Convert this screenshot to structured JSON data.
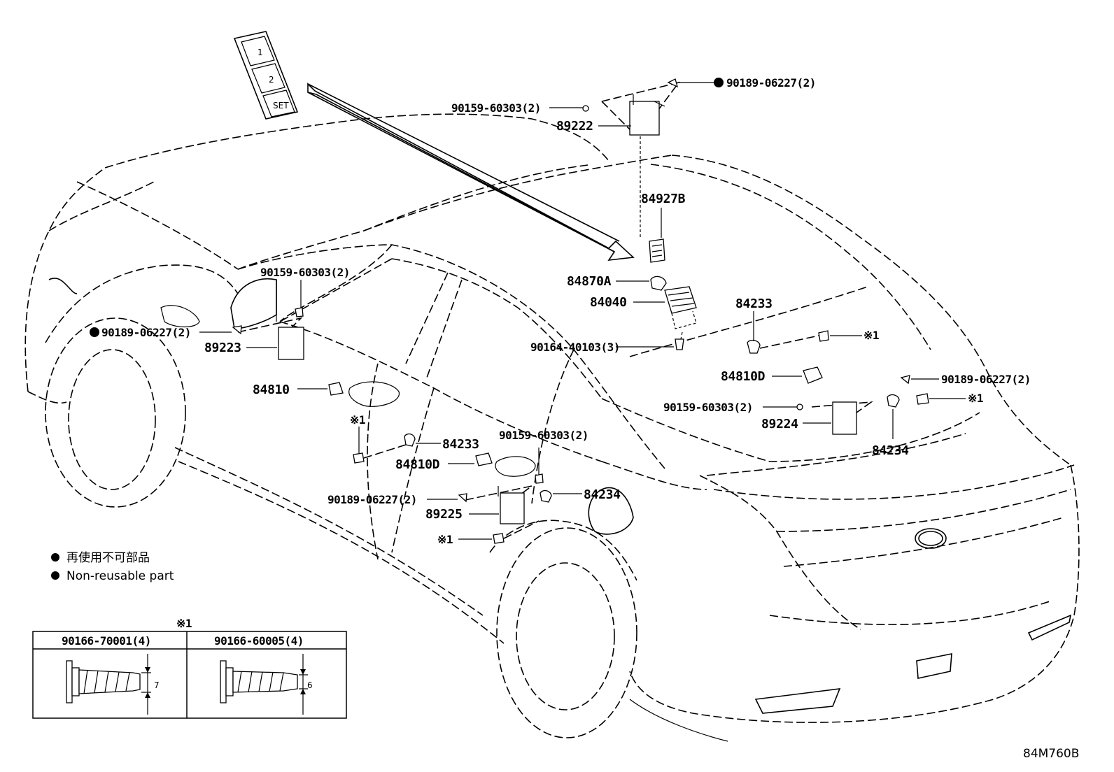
{
  "diagram": {
    "labels": {
      "p89222": "89222",
      "p90189_top": "90189-06227(2)",
      "p90159_top": "90159-60303(2)",
      "p84927B": "84927B",
      "p84870A": "84870A",
      "p84040": "84040",
      "p84233_right": "84233",
      "p90164": "90164-40103(3)",
      "p84810D_right": "84810D",
      "p90189_right": "90189-06227(2)",
      "p90159_right": "90159-60303(2)",
      "p89224": "89224",
      "p84234_right": "84234",
      "p90159_left": "90159-60303(2)",
      "p90189_left": "90189-06227(2)",
      "p89223": "89223",
      "p84810": "84810",
      "p84233_mid": "84233",
      "p90159_mid": "90159-60303(2)",
      "p84810D_mid": "84810D",
      "p90189_mid": "90189-06227(2)",
      "p84234_mid": "84234",
      "p89225": "89225",
      "ref_mark": "※1"
    },
    "switch_labels": [
      "1",
      "2",
      "SET"
    ],
    "legend": {
      "japanese": "再使用不可部品",
      "english": "Non-reusable part"
    },
    "bolt_table": {
      "ref": "※1",
      "columns": [
        "90166-70001(4)",
        "90166-60005(4)"
      ],
      "dimensions": [
        "7",
        "6"
      ]
    },
    "figure_code": "84M760B"
  }
}
